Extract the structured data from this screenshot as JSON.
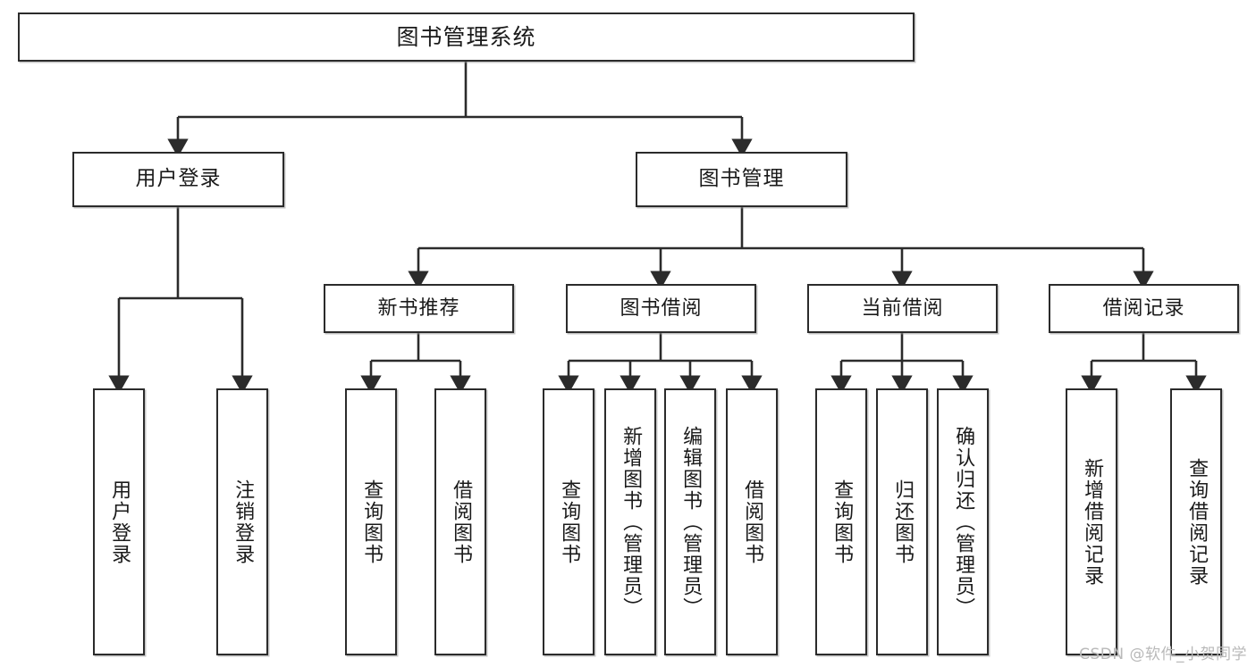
{
  "diagram": {
    "type": "tree",
    "title": "图书管理系统",
    "root": {
      "id": "root",
      "label": "图书管理系统"
    },
    "level1": [
      {
        "id": "user-login",
        "label": "用户登录"
      },
      {
        "id": "book-manage",
        "label": "图书管理"
      }
    ],
    "level2": [
      {
        "id": "new-book-recommend",
        "label": "新书推荐",
        "parent": "book-manage"
      },
      {
        "id": "book-borrow",
        "label": "图书借阅",
        "parent": "book-manage"
      },
      {
        "id": "current-borrow",
        "label": "当前借阅",
        "parent": "book-manage"
      },
      {
        "id": "borrow-record",
        "label": "借阅记录",
        "parent": "book-manage"
      }
    ],
    "leaves": [
      {
        "id": "leaf-user-login",
        "label": "用户登录",
        "parent": "user-login"
      },
      {
        "id": "leaf-user-logout",
        "label": "注销登录",
        "parent": "user-login"
      },
      {
        "id": "leaf-query-book-1",
        "label": "查询图书",
        "parent": "new-book-recommend"
      },
      {
        "id": "leaf-borrow-book-1",
        "label": "借阅图书",
        "parent": "new-book-recommend"
      },
      {
        "id": "leaf-query-book-2",
        "label": "查询图书",
        "parent": "book-borrow"
      },
      {
        "id": "leaf-add-book",
        "label": "新增图书（管理员）",
        "parent": "book-borrow"
      },
      {
        "id": "leaf-edit-book",
        "label": "编辑图书（管理员）",
        "parent": "book-borrow"
      },
      {
        "id": "leaf-borrow-book-2",
        "label": "借阅图书",
        "parent": "book-borrow"
      },
      {
        "id": "leaf-query-book-3",
        "label": "查询图书",
        "parent": "current-borrow"
      },
      {
        "id": "leaf-return-book",
        "label": "归还图书",
        "parent": "current-borrow"
      },
      {
        "id": "leaf-confirm-return",
        "label": "确认归还（管理员）",
        "parent": "current-borrow"
      },
      {
        "id": "leaf-add-record",
        "label": "新增借阅记录",
        "parent": "borrow-record"
      },
      {
        "id": "leaf-query-record",
        "label": "查询借阅记录",
        "parent": "borrow-record"
      }
    ],
    "colors": {
      "border": "#2b2b2b",
      "background": "#ffffff",
      "text": "#1a1a1a",
      "connector": "#2b2b2b",
      "watermark": "#b9b9b9"
    }
  },
  "watermark": {
    "text": "CSDN @软件_小贺同学"
  }
}
